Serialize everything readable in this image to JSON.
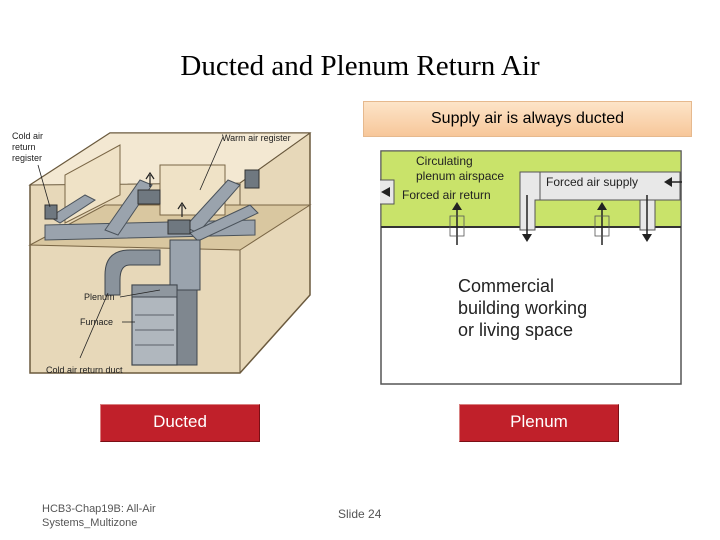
{
  "slide": {
    "title": "Ducted and Plenum Return Air",
    "callout": "Supply air is always ducted",
    "left_labels": {
      "cold_air_return_register": [
        "Cold air",
        "return",
        "register"
      ],
      "warm_air_register": "Warm air register",
      "plenum": "Plenum",
      "furnace": "Furnace",
      "cold_air_return_duct": "Cold air return duct"
    },
    "right_labels": {
      "circulating_plenum": [
        "Circulating",
        "plenum airspace"
      ],
      "forced_air_return": "Forced air return",
      "forced_air_supply": "Forced air supply",
      "space": [
        "Commercial",
        "building working",
        "or living space"
      ]
    },
    "ducted_label": "Ducted",
    "plenum_label": "Plenum",
    "footer_left": [
      "HCB3-Chap19B: All-Air",
      "Systems_Multizone"
    ],
    "footer_slide": "Slide 24"
  },
  "colors": {
    "button_red": "#c0202a",
    "plenum_green": "#c9e36a",
    "duct_gray": "#9aa3ad",
    "box_tan": "#e7d8b9"
  },
  "icons": [
    "arrow-left-icon",
    "arrow-down-icon",
    "arrow-up-icon"
  ]
}
